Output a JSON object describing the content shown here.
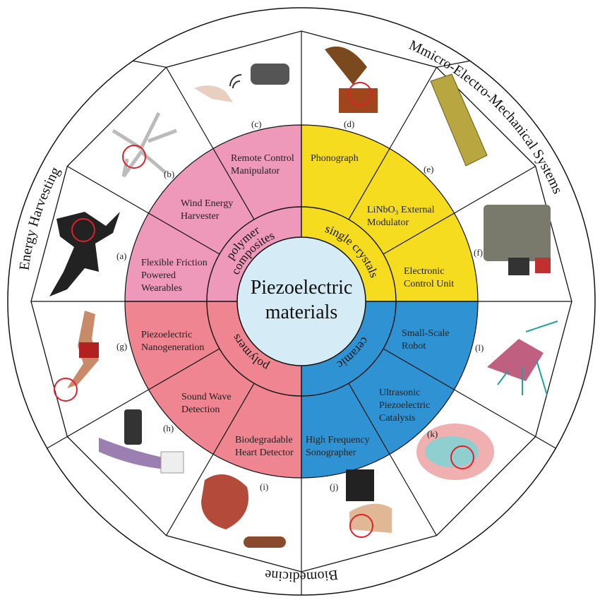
{
  "center": {
    "line1": "Piezoelectric",
    "line2": "materials"
  },
  "fields": {
    "energy": "Energy Harvesting",
    "mems": "Mmicro-Electro-Mechanical Systems",
    "bio": "Biomedicine"
  },
  "categories": {
    "polymer_composites_1": "polymer",
    "polymer_composites_2": "composites",
    "single_crystals": "single crystals",
    "polymers": "polymers",
    "ceramic": "ceramic"
  },
  "applications": {
    "remote": [
      "Remote Control",
      "Manipulator"
    ],
    "wind": [
      "Wind Energy",
      "Harvester"
    ],
    "flexible": [
      "Flexible Friction",
      "Powered",
      "Wearables"
    ],
    "phonograph": [
      "Phonograph"
    ],
    "linbo3": [
      "LiNbO₃ External",
      "Modulator"
    ],
    "ecu": [
      "Electronic",
      "Control Unit"
    ],
    "nano": [
      "Piezoelectric",
      "Nanogeneration"
    ],
    "sound": [
      "Sound Wave",
      "Detection"
    ],
    "heart": [
      "Biodegradable",
      "Heart Detector"
    ],
    "robot": [
      "Small-Scale",
      "Robot"
    ],
    "catalysis": [
      "Ultrasonic",
      "Piezoelectric",
      "Catalysis"
    ],
    "sono": [
      "High Frequency",
      "Sonographer"
    ]
  },
  "panel_labels": {
    "a": "(a)",
    "b": "(b)",
    "c": "(c)",
    "d": "(d)",
    "e": "(e)",
    "f": "(f)",
    "g": "(g)",
    "h": "(h)",
    "i": "(i)",
    "j": "(j)",
    "k": "(k)",
    "l": "(l)"
  },
  "colors": {
    "polymer_composites": "#EE98BA",
    "single_crystals": "#F5DC1F",
    "polymers": "#EE8590",
    "ceramic": "#2F92D2",
    "center": "#D5ECF6",
    "highlight": "#E0202A"
  }
}
